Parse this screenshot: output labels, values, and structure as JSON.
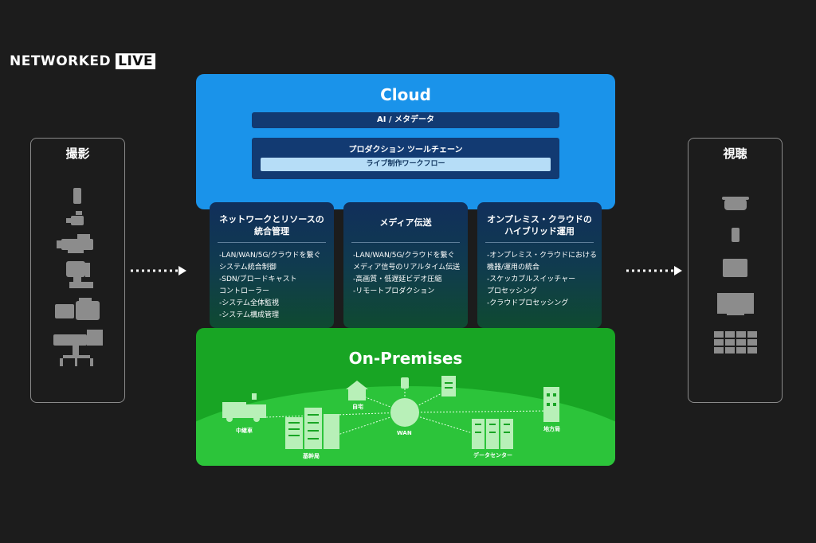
{
  "brand": {
    "part1": "NETWORKED",
    "part2": "LIVE"
  },
  "left_panel": {
    "title": "撮影"
  },
  "right_panel": {
    "title": "視聴"
  },
  "cloud": {
    "title": "Cloud",
    "layer1": "AI / メタデータ",
    "layer2": "プロダクション ツールチェーン",
    "layer2_sub": "ライブ制作ワークフロー"
  },
  "columns": [
    {
      "title_line1": "ネットワークとリソースの",
      "title_line2": "統合管理",
      "items": [
        "-LAN/WAN/5G/クラウドを繋ぐ",
        "  システム統合制御",
        "-SDN/ブロードキャスト",
        "  コントローラー",
        "-システム全体監視",
        "-システム構成管理"
      ]
    },
    {
      "title_line1": "メディア伝送",
      "title_line2": "",
      "items": [
        "-LAN/WAN/5G/クラウドを繋ぐ",
        " メディア信号のリアルタイム伝送",
        "-高画質・低遅延ビデオ圧縮",
        "-リモートプロダクション"
      ]
    },
    {
      "title_line1": "オンプレミス・クラウドの",
      "title_line2": "ハイブリッド運用",
      "items": [
        "-オンプレミス・クラウドにおける",
        " 機器/運用の統合",
        "-スケッカブルスイッチャー",
        " プロセッシング",
        "-クラウドプロセッシング"
      ]
    }
  ],
  "onprem": {
    "title": "On-Premises",
    "labels": {
      "chuukei": "中継車",
      "kikan": "基幹局",
      "jitaku": "自宅",
      "wan": "WAN",
      "datacenter": "データセンター",
      "chihou": "地方局"
    }
  },
  "icons": {
    "left": [
      "small-camera-icon",
      "compact-camcorder-icon",
      "shoulder-camcorder-icon",
      "ptz-camera-icon",
      "cinema-camera-icon",
      "studio-camera-icon"
    ],
    "right": [
      "vr-headset-icon",
      "smartphone-icon",
      "tablet-icon",
      "tv-icon",
      "video-wall-icon"
    ]
  },
  "colors": {
    "background": "#1c1c1c",
    "cloud": "#1a93ea",
    "onprem": "#18a524",
    "column": "#112f5b"
  }
}
